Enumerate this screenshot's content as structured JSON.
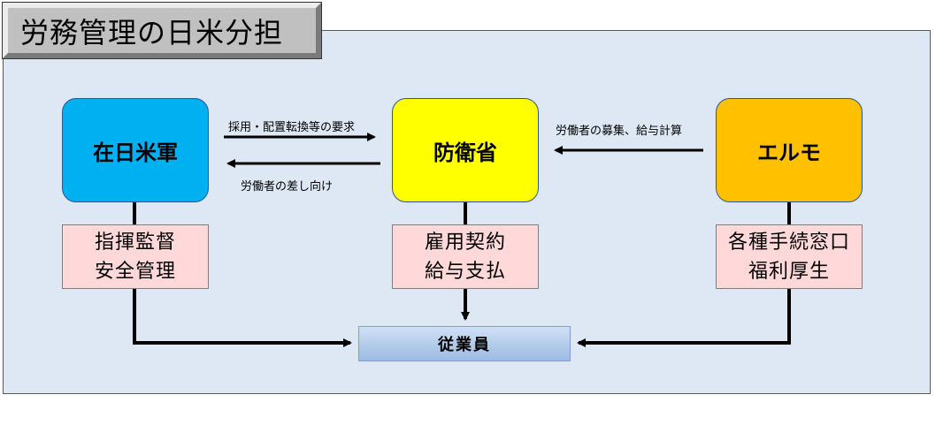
{
  "title": "労務管理の日米分担",
  "orgs": {
    "usfj": {
      "name": "在日米軍",
      "color": "#00b0f0",
      "roles": [
        "指揮監督",
        "安全管理"
      ]
    },
    "mod": {
      "name": "防衛省",
      "color": "#ffff00",
      "roles": [
        "雇用契約",
        "給与支払"
      ]
    },
    "elmo": {
      "name": "エルモ",
      "color": "#ffc000",
      "roles": [
        "各種手続窓口",
        "福利厚生"
      ]
    }
  },
  "employee": "従業員",
  "arrows": {
    "usfj_to_mod": "採用・配置転換等の要求",
    "mod_to_usfj": "労働者の差し向け",
    "elmo_to_mod": "労働者の募集、給与計算"
  }
}
